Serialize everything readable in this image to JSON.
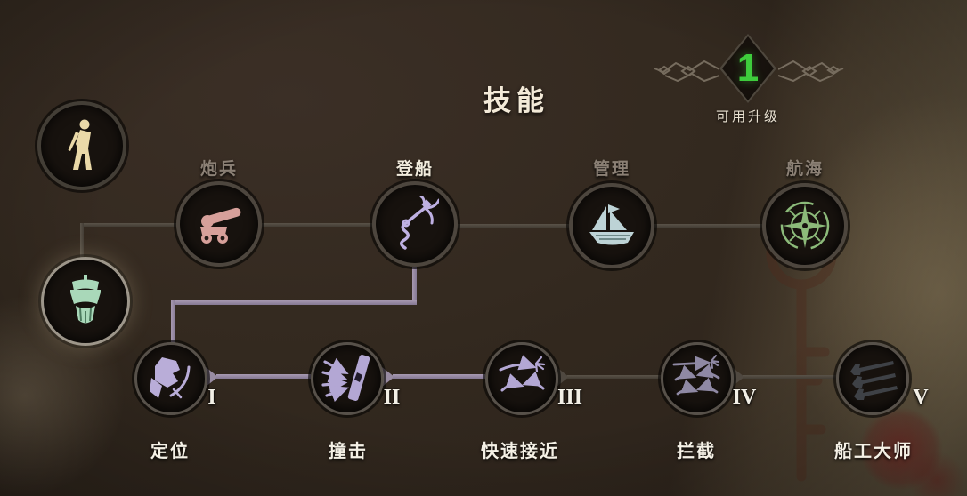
{
  "title": "技能",
  "upgrade_badge": {
    "count": "1",
    "label": "可用升级"
  },
  "category_tabs": [
    {
      "id": "captain",
      "icon": "swordsman-icon",
      "selected": false
    },
    {
      "id": "ship",
      "icon": "ship-front-icon",
      "selected": true
    }
  ],
  "top_nodes": [
    {
      "id": "gunnery",
      "label": "炮兵",
      "icon": "cannon-icon",
      "label_state": "dim"
    },
    {
      "id": "boarding",
      "label": "登船",
      "icon": "grappling-hook-icon",
      "label_state": "lit"
    },
    {
      "id": "management",
      "label": "管理",
      "icon": "sailing-ship-icon",
      "label_state": "dim"
    },
    {
      "id": "seafaring",
      "label": "航海",
      "icon": "compass-icon",
      "label_state": "dim"
    }
  ],
  "bottom_nodes": [
    {
      "id": "positioning",
      "label": "定位",
      "numeral": "I",
      "icon": "lookout-swordsman-icon",
      "state": "unlocked"
    },
    {
      "id": "ramming",
      "label": "撞击",
      "numeral": "II",
      "icon": "ram-arrows-icon",
      "state": "unlocked"
    },
    {
      "id": "rapid-approach",
      "label": "快速接近",
      "numeral": "III",
      "icon": "approach-arrows-icon",
      "state": "unlocked"
    },
    {
      "id": "interception",
      "label": "拦截",
      "numeral": "IV",
      "icon": "intercept-arrows-icon",
      "state": "locked"
    },
    {
      "id": "master-shipwright",
      "label": "船工大师",
      "numeral": "V",
      "icon": "rifles-icon",
      "state": "locked"
    }
  ],
  "colors": {
    "upgrade_count": "#3ecc3c",
    "path_active": "#988ba2",
    "path_inactive": "#4a443b",
    "label_active": "#f2ecdd",
    "label_dim": "#8b8075"
  }
}
